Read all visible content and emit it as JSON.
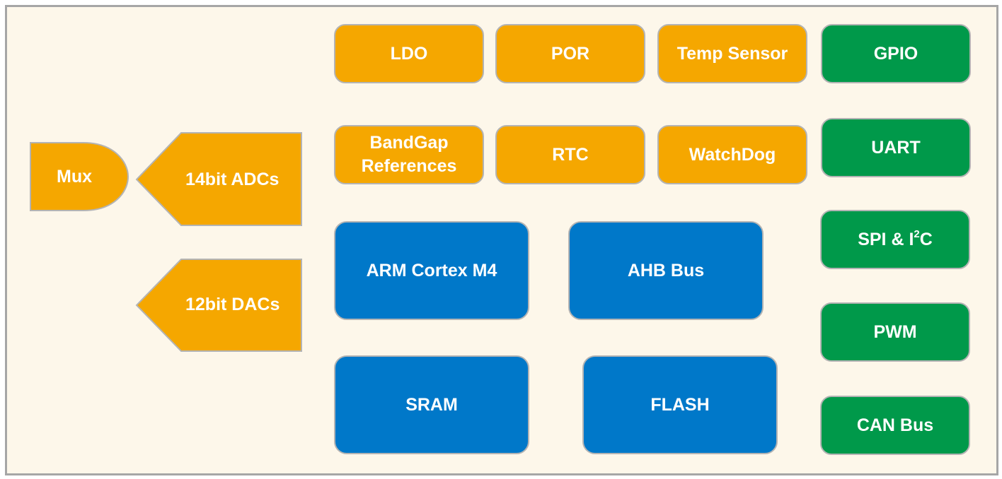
{
  "power_blocks": {
    "ldo": "LDO",
    "por": "POR",
    "temp_sensor": "Temp Sensor",
    "bandgap_line1": "BandGap",
    "bandgap_line2": "References",
    "rtc": "RTC",
    "watchdog": "WatchDog"
  },
  "analog": {
    "mux": "Mux",
    "adc": "14bit ADCs",
    "dac": "12bit DACs"
  },
  "core": {
    "cpu": "ARM Cortex M4",
    "bus": "AHB Bus",
    "sram": "SRAM",
    "flash": "FLASH"
  },
  "peripherals": {
    "gpio": "GPIO",
    "uart": "UART",
    "spi_i2c_prefix": "SPI & I",
    "spi_i2c_sup": "2",
    "spi_i2c_suffix": "C",
    "pwm": "PWM",
    "can": "CAN Bus"
  },
  "colors": {
    "background": "#fdf7ea",
    "border": "#a6a6a6",
    "orange": "#f5a700",
    "green": "#00994a",
    "blue": "#0078c9"
  }
}
